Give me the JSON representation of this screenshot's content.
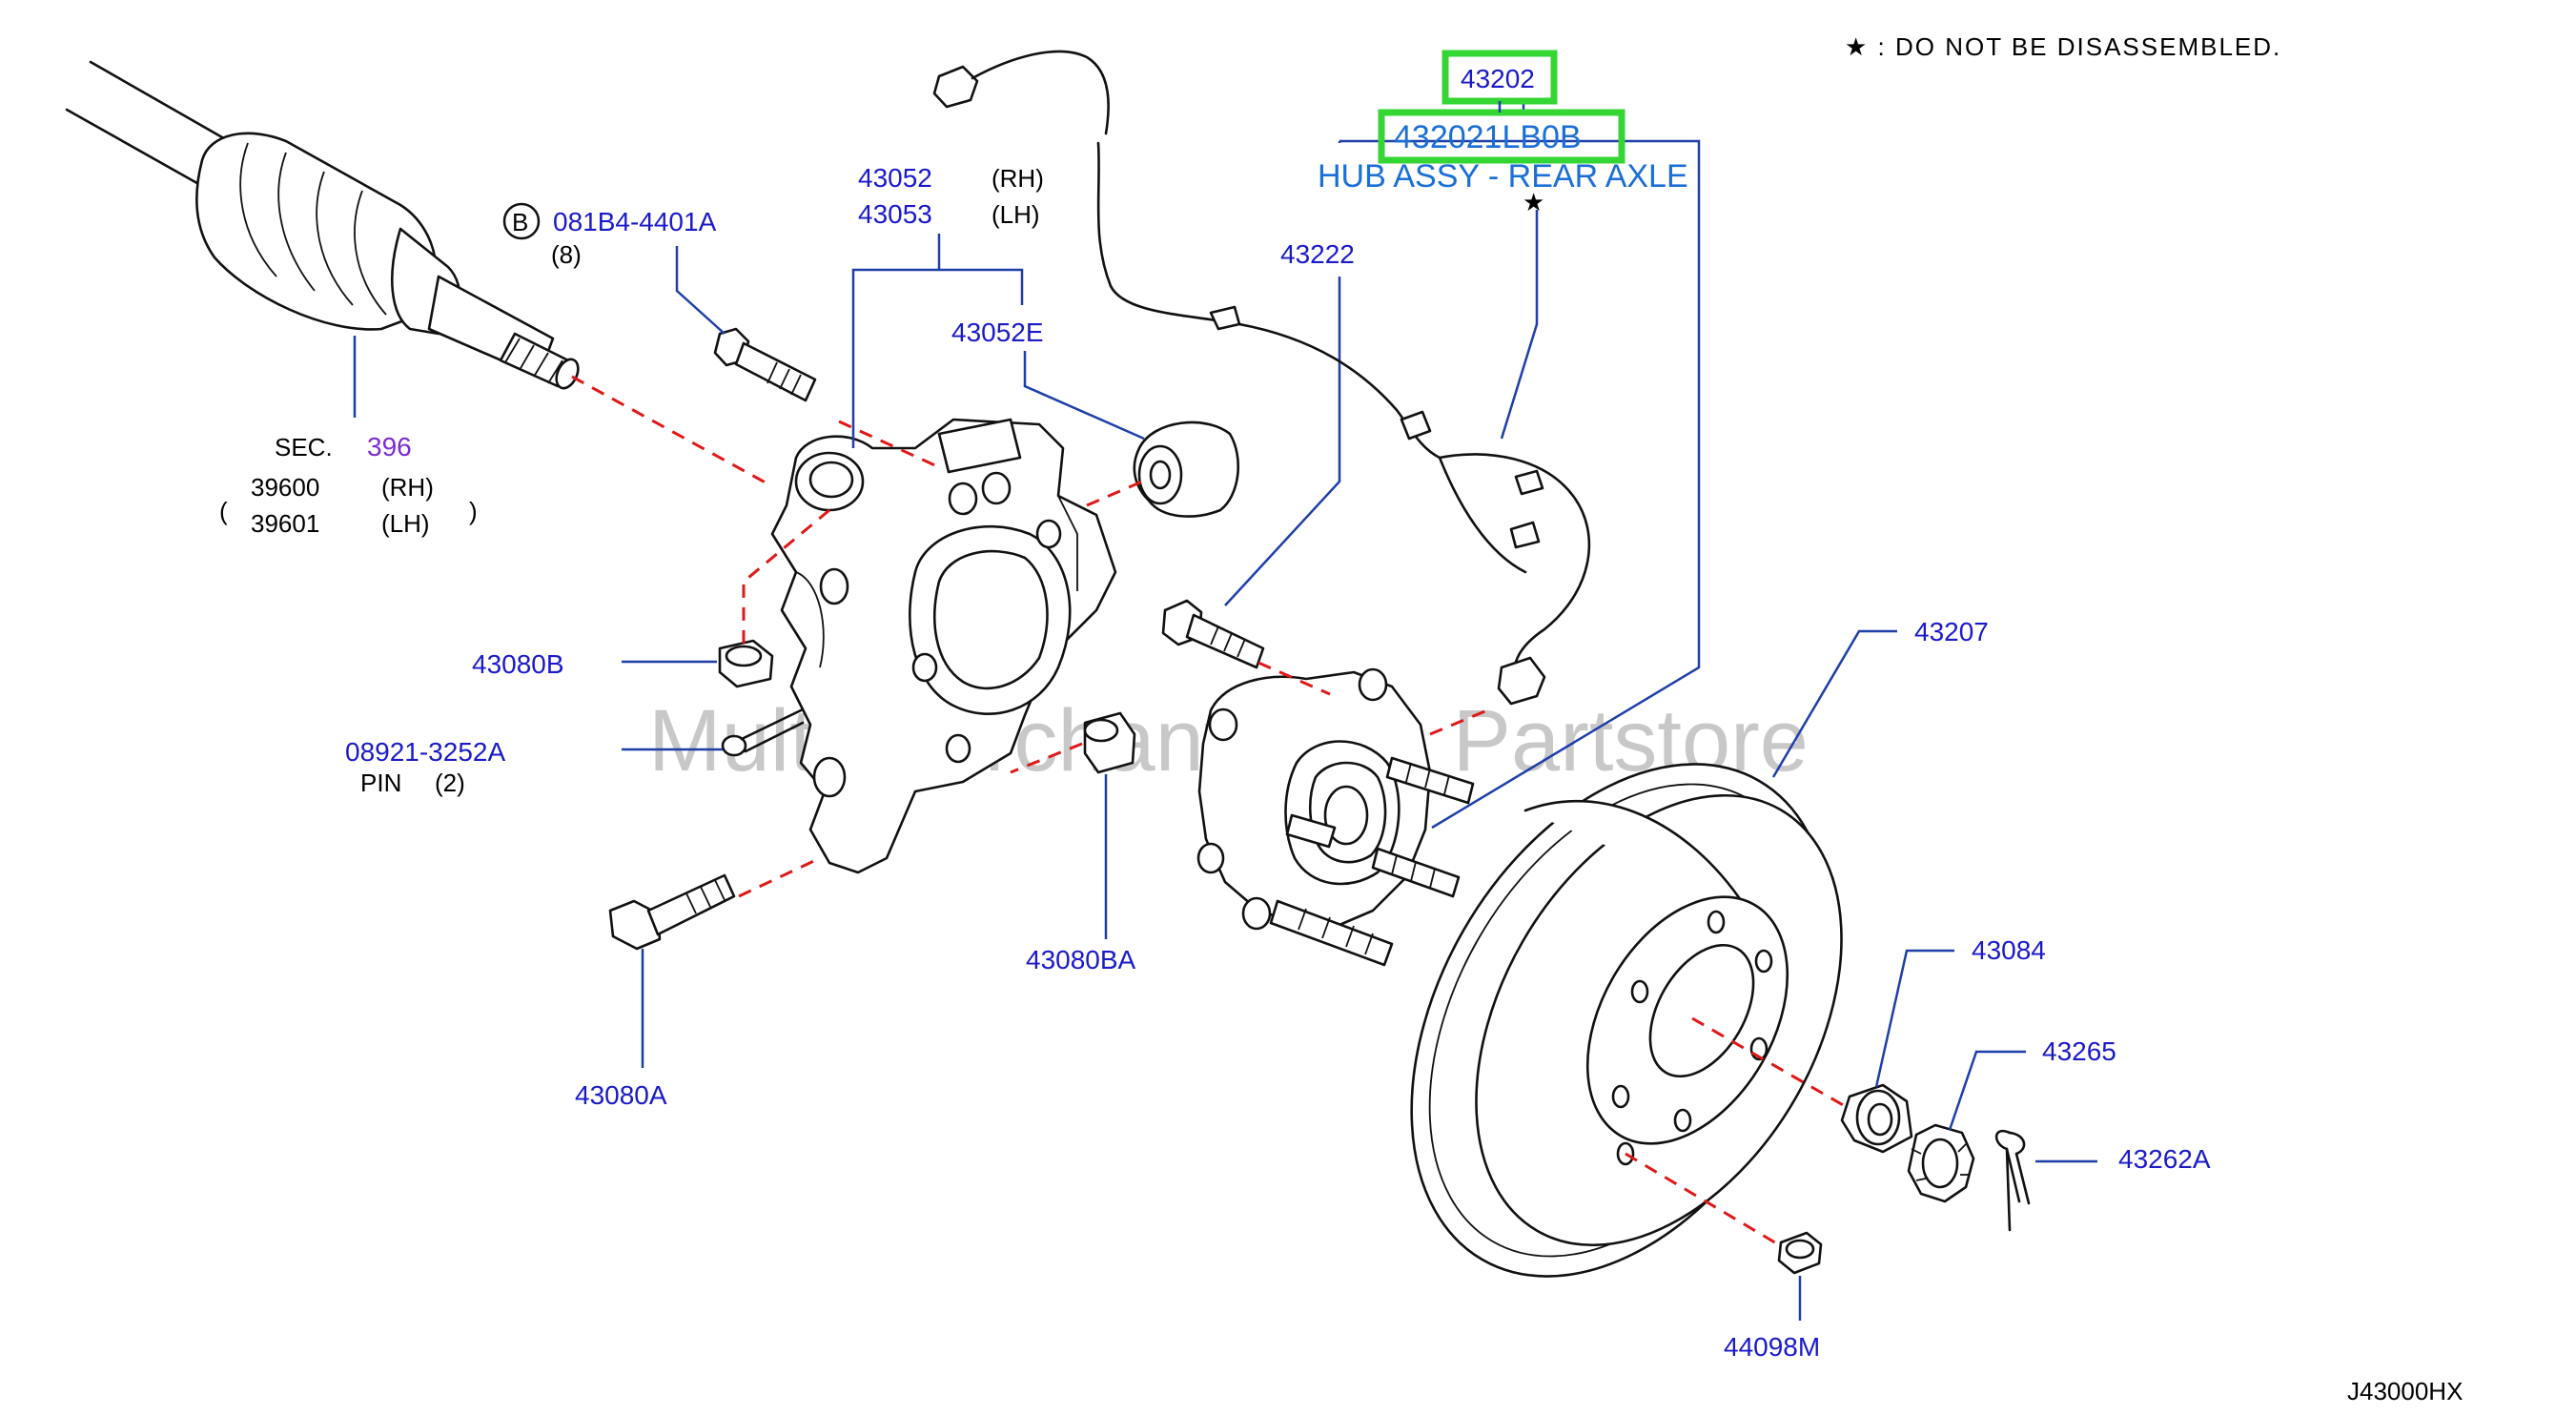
{
  "note": "★ :  DO  NOT  BE  DISASSEMBLED.",
  "diagram_code": "J43000HX",
  "watermark": "Multi-Merchant Auto Partstore",
  "highlight_color": "#33d633",
  "label_color": "#1a1ac8",
  "labels": {
    "p43202": "43202",
    "p432021LB0B": "432021LB0B",
    "hub_name": "HUB ASSY - REAR AXLE",
    "p43052": "43052",
    "p43052_side": "(RH)",
    "p43053": "43053",
    "p43053_side": "(LH)",
    "p43052E": "43052E",
    "p43222": "43222",
    "bolt_circle": "B",
    "p081B4": "081B4-4401A",
    "p081B4_qty": "(8)",
    "sec": "SEC.",
    "sec_num": "396",
    "p39600": "39600",
    "p39600_side": "(RH)",
    "p39601": "39601",
    "p39601_side": "(LH)",
    "paren_open": "(",
    "paren_close": ")",
    "p43080B": "43080B",
    "p08921": "08921-3252A",
    "pin": "PIN",
    "pin_qty": "(2)",
    "p43080A": "43080A",
    "p43080BA": "43080BA",
    "p43207": "43207",
    "p43084": "43084",
    "p43265": "43265",
    "p43262A": "43262A",
    "p44098M": "44098M",
    "star": "★"
  }
}
